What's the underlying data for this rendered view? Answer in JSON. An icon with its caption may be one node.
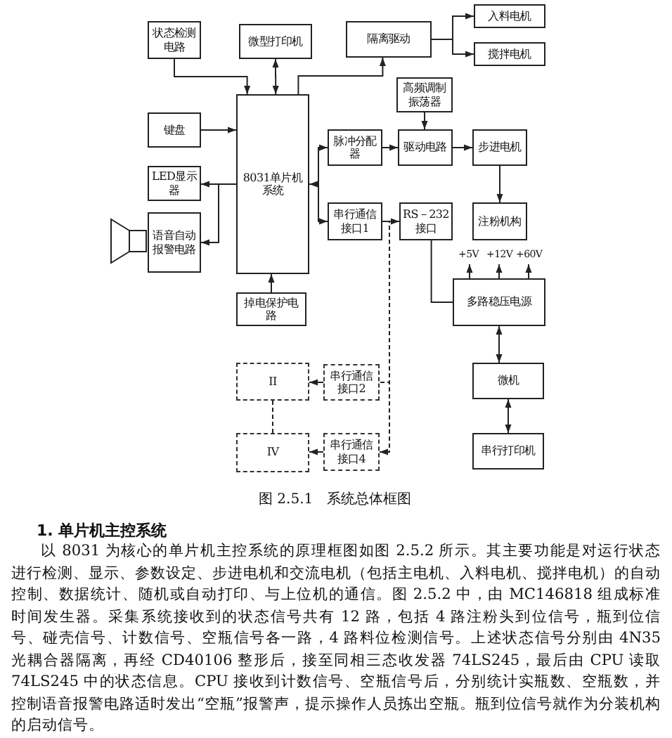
{
  "diagram": {
    "caption": "图 2.5.1　系统总体框图",
    "nodes": [
      {
        "text": [
          "状态检测电路"
        ]
      },
      {
        "text": [
          "微型打印机"
        ]
      },
      {
        "text": [
          "隔离驱动"
        ]
      },
      {
        "text": [
          "入料电机"
        ]
      },
      {
        "text": [
          "搅拌电机"
        ]
      },
      {
        "text": [
          "键盘"
        ]
      },
      {
        "text": [
          "8031单片机系统"
        ]
      },
      {
        "text": [
          "高频调制振荡器"
        ]
      },
      {
        "text": [
          "脉冲分配器"
        ]
      },
      {
        "text": [
          "驱动电路"
        ]
      },
      {
        "text": [
          "步进电机"
        ]
      },
      {
        "text": [
          "LED显示器"
        ]
      },
      {
        "text": [
          "串行通信接口1"
        ]
      },
      {
        "text": [
          "RS－232接口"
        ]
      },
      {
        "text": [
          "注粉机构"
        ]
      },
      {
        "text": [
          "语音自动报警电路"
        ]
      },
      {
        "text": [
          "多路稳压电源"
        ]
      },
      {
        "text": [
          "掉电保护电路"
        ]
      },
      {
        "text": [
          "II"
        ]
      },
      {
        "text": [
          "串行通信接口2"
        ]
      },
      {
        "text": [
          "微机"
        ]
      },
      {
        "text": [
          "IV"
        ]
      },
      {
        "text": [
          "串行通信接口4"
        ]
      },
      {
        "text": [
          "串行打印机"
        ]
      }
    ],
    "edges": [
      {
        "from": 0,
        "to": 6,
        "arrow": "to"
      },
      {
        "from": 1,
        "to": 6,
        "arrow": "both"
      },
      {
        "from": 6,
        "to": 2,
        "arrow": "to"
      },
      {
        "from": 2,
        "to": 3,
        "arrow": "to"
      },
      {
        "from": 2,
        "to": 4,
        "arrow": "to"
      },
      {
        "from": 5,
        "to": 6,
        "arrow": "to"
      },
      {
        "from": 6,
        "to": 11,
        "arrow": "to"
      },
      {
        "from": 6,
        "to": 15,
        "arrow": "to"
      },
      {
        "from": 17,
        "to": 6,
        "arrow": "to"
      },
      {
        "from": 6,
        "to": 8,
        "arrow": "to"
      },
      {
        "from": 8,
        "to": 9,
        "arrow": "to"
      },
      {
        "from": 7,
        "to": 9,
        "arrow": "to"
      },
      {
        "from": 9,
        "to": 10,
        "arrow": "to"
      },
      {
        "from": 10,
        "to": 14,
        "arrow": "to"
      },
      {
        "from": 6,
        "to": 12,
        "arrow": "both"
      },
      {
        "from": 12,
        "to": 13,
        "arrow": "to"
      },
      {
        "from": 13,
        "to": 19,
        "arrow": "none",
        "style": "dashed"
      },
      {
        "from": 13,
        "to": 22,
        "arrow": "to",
        "style": "dashed"
      },
      {
        "from": 13,
        "to": 16,
        "arrow": "none"
      },
      {
        "from": 16,
        "to": 20,
        "arrow": "both"
      },
      {
        "from": 20,
        "to": 23,
        "arrow": "both"
      },
      {
        "from": 19,
        "to": 18,
        "arrow": "to"
      },
      {
        "from": 22,
        "to": 21,
        "arrow": "to"
      },
      {
        "from": 18,
        "to": 21,
        "arrow": "none",
        "style": "dashed"
      }
    ],
    "labels": [
      "+5V",
      "+12V",
      "+60V",
      "1. 单片机主控系统",
      "以 8031 为核心的单片机主控系统的原理框图如图 2.5.2 所示。其主要功能是对运行状态进行检测、显示、参数设定、步进电机和交流电机（包括主电机、入料电机、搅拌电机）的自动控制、数据统计、随机或自动打印、与上位机的通信。图 2.5.2 中，由 MC146818 组成标准时间发生器。采集系统接收到的状态信号共有 12 路，包括 4 路注粉头到位信号，瓶到位信号、碰壳信号、计数信号、空瓶信号各一路，4 路料位检测信号。上述状态信号分别由 4N35 光耦合器隔离，再经 CD40106 整形后，接至同相三态收发器 74LS245，最后由 CPU 读取 74LS245 中的状态信息。CPU 接收到计数信号、空瓶信号后，分别统计实瓶数、空瓶数，并控制语音报警电路适时发出“空瓶”报警声，提示操作人员拣出空瓶。瓶到位信号就作为分装机构的启动信号。"
    ]
  }
}
